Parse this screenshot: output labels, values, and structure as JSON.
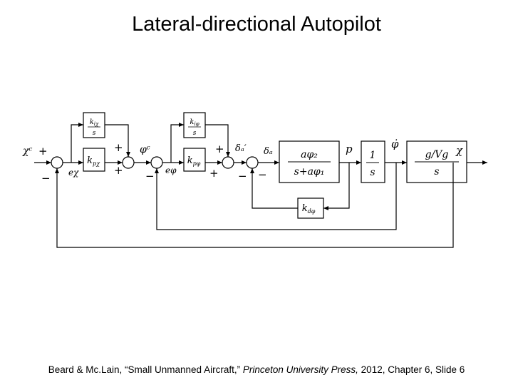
{
  "slide": {
    "title": "Lateral-directional Autopilot"
  },
  "diagram": {
    "signals": {
      "chi_c": "χᶜ",
      "e_chi": "eχ",
      "phi_c": "φᶜ",
      "e_phi": "eφ",
      "delta_a_prime": "δₐ′",
      "delta_a": "δₐ",
      "p": "p",
      "phi_dot": "φ̇",
      "chi": "χ"
    },
    "signs": {
      "plus": "+",
      "minus": "−"
    },
    "blocks": {
      "ki_chi": {
        "num": "k",
        "num_sub": "iχ",
        "den": "s"
      },
      "kp_chi": {
        "gain": "k",
        "gain_sub": "pχ"
      },
      "ki_phi": {
        "num": "k",
        "num_sub": "iφ",
        "den": "s"
      },
      "kp_phi": {
        "gain": "k",
        "gain_sub": "pφ"
      },
      "roll_tf": {
        "num": "aφ₂",
        "den": "s+aφ₁"
      },
      "integrator": {
        "num": "1",
        "den": "s"
      },
      "heading_tf": {
        "num": "g/Vg",
        "den": "s"
      },
      "kd_phi": {
        "gain": "k",
        "gain_sub": "dφ"
      }
    }
  },
  "footer": {
    "authors": "Beard & Mc.Lain, “Small Unmanned Aircraft,”",
    "publisher": "Princeton University Press,",
    "rest": "2012,   Chapter 6, Slide 6"
  }
}
